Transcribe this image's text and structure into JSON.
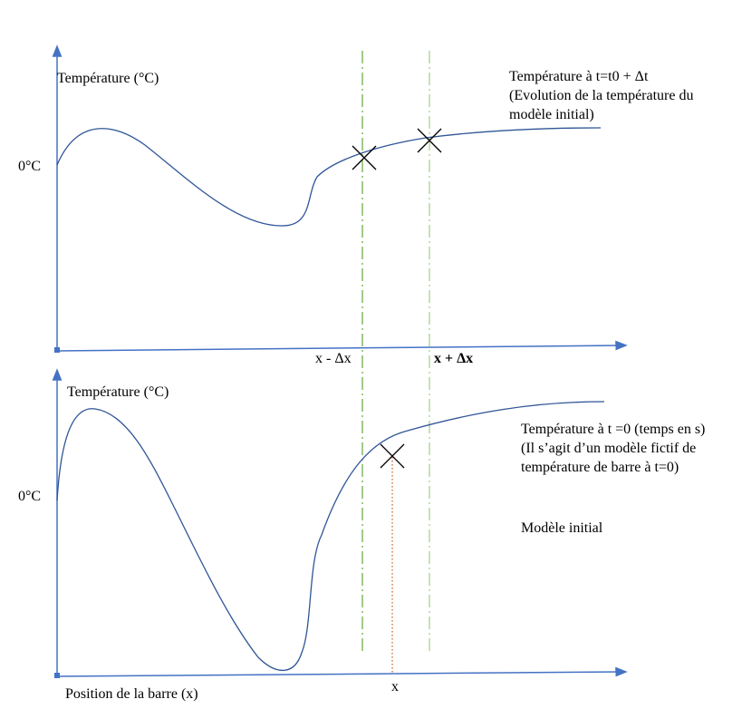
{
  "top_panel": {
    "y_axis_label": "Température (°C)",
    "zero_label": "0°C",
    "curve_caption": {
      "line1": "Température à t=t0 + Δt",
      "line2": "(Evolution de la température du",
      "line3": "modèle initial)"
    },
    "marker_left_label": "x - Δx",
    "marker_right_label": "x + Δx"
  },
  "bottom_panel": {
    "y_axis_label": "Température (°C)",
    "zero_label": "0°C",
    "curve_caption": {
      "line1": "Température à t =0 (temps en s)",
      "line2": "(Il s’agit d’un modèle fictif de",
      "line3": "température de barre à t=0)"
    },
    "model_label": "Modèle initial",
    "x_axis_label": "Position de la barre (x)",
    "point_label": "x"
  },
  "colors": {
    "axis": "#4472c4",
    "curve": "#2f5597",
    "guide_left": "#70ad47",
    "guide_right": "#a9d18e",
    "point_guide": "#c55a11",
    "cross": "#000000"
  }
}
